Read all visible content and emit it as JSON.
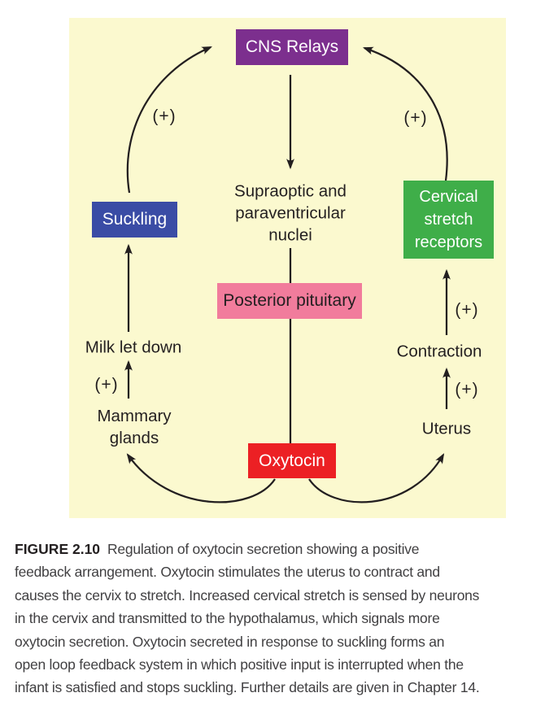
{
  "figure": {
    "background": "#FBF9CF",
    "line_color": "#231F20",
    "nodes": {
      "cns_relays": {
        "label": "CNS Relays",
        "color": "#7C2F8E",
        "text_color": "#FFFFFF"
      },
      "suckling": {
        "label": "Suckling",
        "color": "#3A4CA5",
        "text_color": "#FFFFFF"
      },
      "cervical_stretch_receptors": {
        "lines": [
          "Cervical",
          "stretch",
          "receptors"
        ],
        "color": "#3FAE49",
        "text_color": "#FFFFFF"
      },
      "posterior_pituitary": {
        "label": "Posterior pituitary",
        "color": "#F17C9C",
        "text_color": "#231F20"
      },
      "oxytocin": {
        "label": "Oxytocin",
        "color": "#EC2024",
        "text_color": "#FFFFFF"
      }
    },
    "labels": {
      "nuclei": {
        "lines": [
          "Supraoptic and",
          "paraventricular",
          "nuclei"
        ]
      },
      "milk_let_down": "Milk let down",
      "mammary_glands": {
        "lines": [
          "Mammary",
          "glands"
        ]
      },
      "contraction": "Contraction",
      "uterus": "Uterus",
      "plus": "(+)"
    }
  },
  "caption": {
    "figure_label": "FIGURE 2.10",
    "lines": [
      "Regulation of oxytocin secretion showing a positive",
      "feedback arrangement. Oxytocin stimulates the uterus to contract and",
      "causes the cervix to stretch. Increased cervical stretch is sensed by neurons",
      "in the cervix and transmitted to the hypothalamus, which signals more",
      "oxytocin secretion. Oxytocin secreted in response to suckling forms an",
      "open loop feedback system in which positive input is interrupted when the",
      "infant is satisfied and stops suckling. Further details are given in Chapter 14."
    ]
  }
}
